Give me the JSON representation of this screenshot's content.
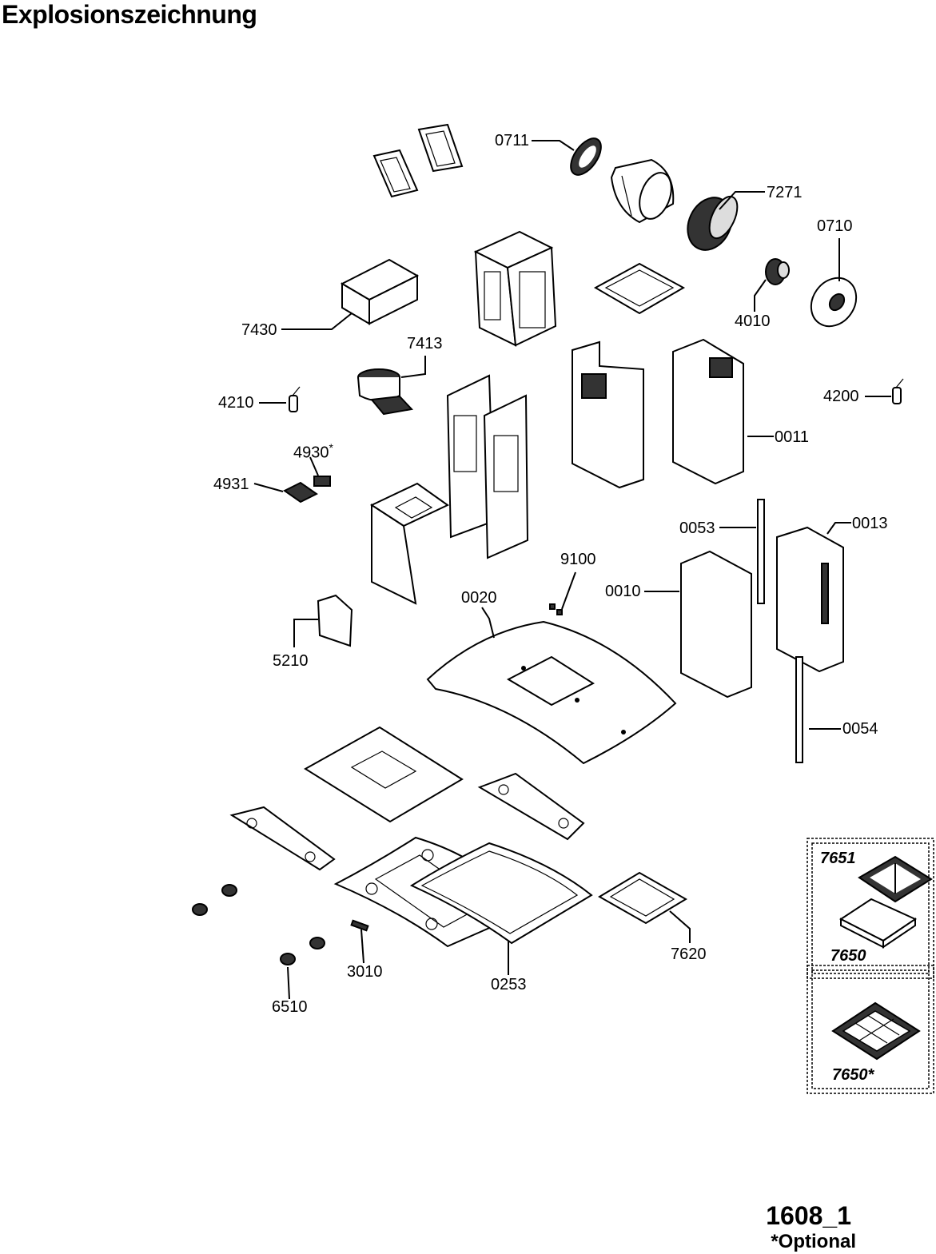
{
  "title": "Explosionszeichnung",
  "drawing_code": "1608_1",
  "optional_note": "*Optional",
  "parts": [
    {
      "id": "0711"
    },
    {
      "id": "7271"
    },
    {
      "id": "0710"
    },
    {
      "id": "4010"
    },
    {
      "id": "7430"
    },
    {
      "id": "7413"
    },
    {
      "id": "4210"
    },
    {
      "id": "4200"
    },
    {
      "id": "4930"
    },
    {
      "id": "4931"
    },
    {
      "id": "0011"
    },
    {
      "id": "0053"
    },
    {
      "id": "0013"
    },
    {
      "id": "9100"
    },
    {
      "id": "0010"
    },
    {
      "id": "0020"
    },
    {
      "id": "5210"
    },
    {
      "id": "0054"
    },
    {
      "id": "7651"
    },
    {
      "id": "7650"
    },
    {
      "id": "7650*"
    },
    {
      "id": "7620"
    },
    {
      "id": "3010"
    },
    {
      "id": "0253"
    },
    {
      "id": "6510"
    }
  ],
  "asterisk": "*"
}
